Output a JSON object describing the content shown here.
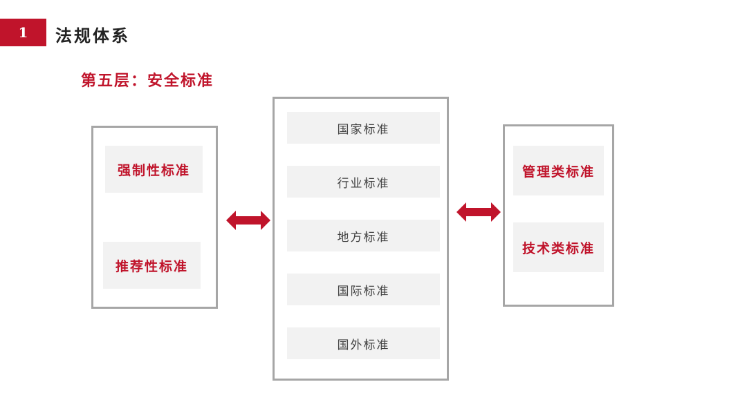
{
  "header": {
    "number": "1",
    "title": "法规体系"
  },
  "subtitle": "第五层：安全标准",
  "colors": {
    "accent": "#c0142b",
    "box_border": "#a6a6a6",
    "item_fill": "#f2f2f2"
  },
  "left_group": {
    "items": [
      "强制性标准",
      "推荐性标准"
    ]
  },
  "center_group": {
    "items": [
      "国家标准",
      "行业标准",
      "地方标准",
      "国际标准",
      "国外标准"
    ]
  },
  "right_group": {
    "items": [
      "管理类标准",
      "技术类标准"
    ]
  },
  "arrows": [
    "double-arrow-icon",
    "double-arrow-icon"
  ]
}
